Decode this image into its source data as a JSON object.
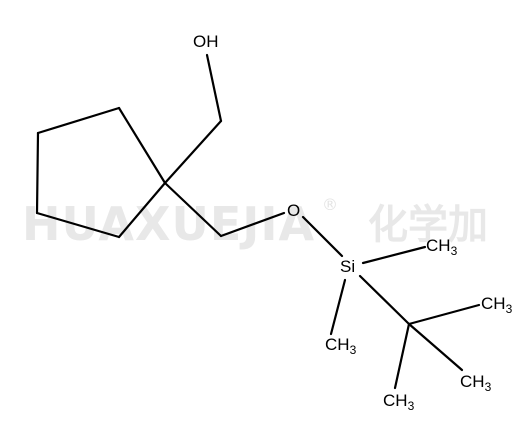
{
  "watermark": {
    "latin": "HUAXUEJIA",
    "registered": "®",
    "chinese": "化学加"
  },
  "atoms": {
    "hydroxyl": "OH",
    "ether_oxygen": "O",
    "silicon": "Si",
    "methyl_si_right": {
      "main": "CH",
      "sub": "3"
    },
    "methyl_si_bottom": {
      "main": "CH",
      "sub": "3"
    },
    "methyl_tbu_top": {
      "main": "CH",
      "sub": "3"
    },
    "methyl_tbu_right": {
      "main": "CH",
      "sub": "3"
    },
    "methyl_tbu_bottom": {
      "main": "CH",
      "sub": "3"
    }
  },
  "colors": {
    "bond": "#000000",
    "text": "#000000",
    "watermark": "#e8e8e8"
  }
}
